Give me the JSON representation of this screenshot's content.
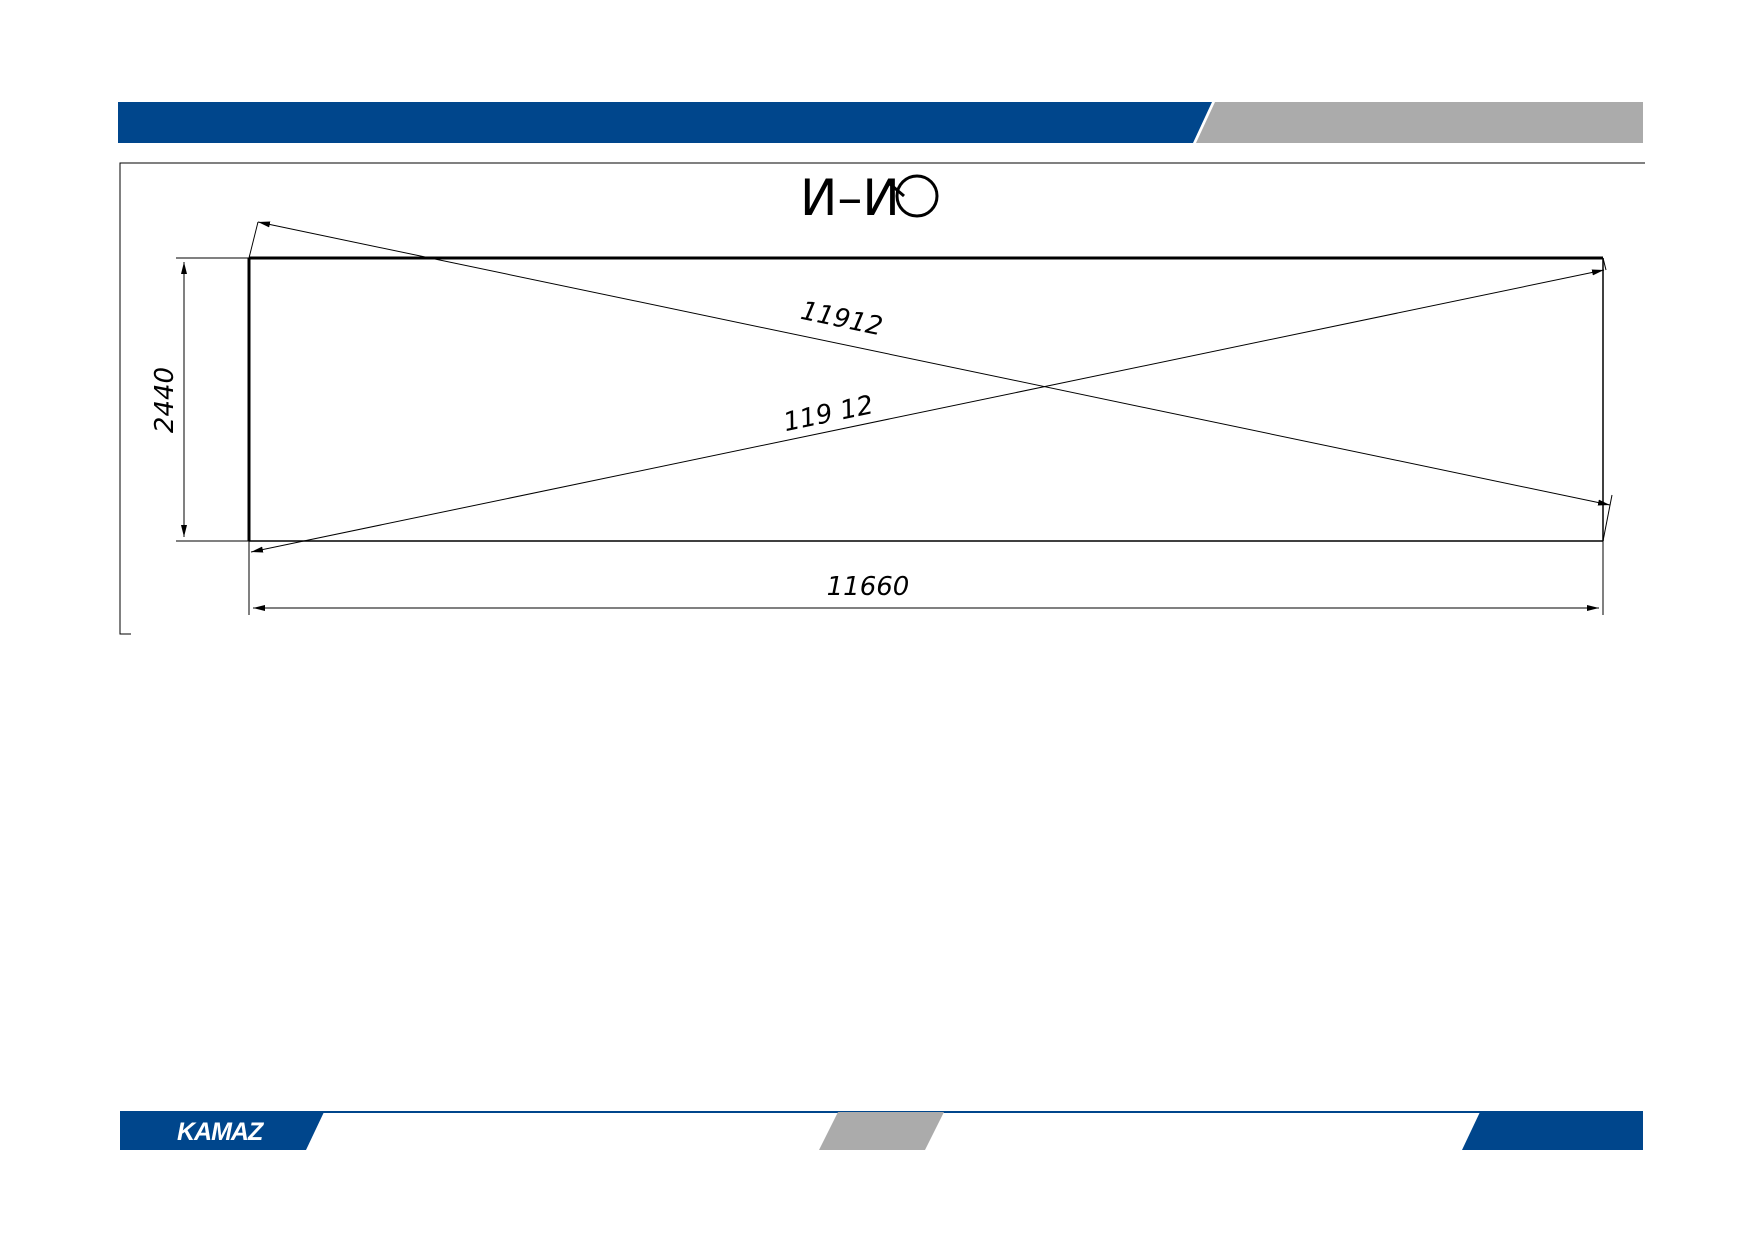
{
  "slide": {
    "brand_color": "#00468c",
    "accent_grey": "#ababab"
  },
  "drawing": {
    "section_title": "И–И",
    "dimensions": {
      "height": "2440",
      "length": "11660",
      "diagonal_1": "11912",
      "diagonal_2": "119 12"
    }
  },
  "footer": {
    "logo_text": "KAMAZ"
  }
}
